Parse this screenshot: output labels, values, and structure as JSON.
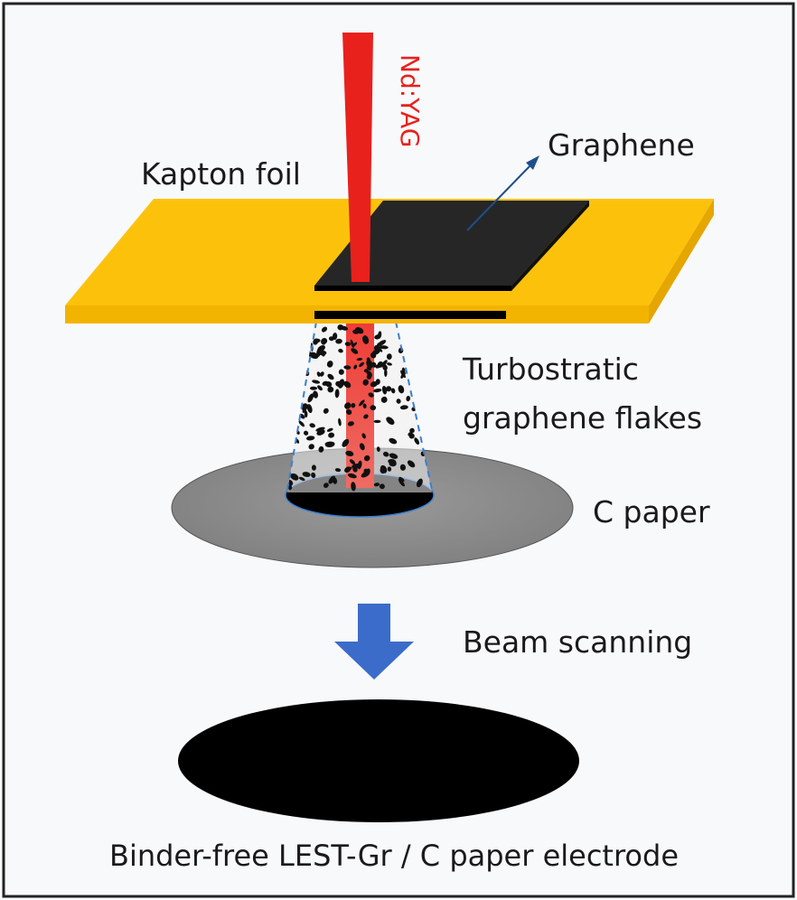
{
  "labels": {
    "laser": "Nd:YAG",
    "graphene": "Graphene",
    "kapton": "Kapton foil",
    "flakes_line1": "Turbostratic",
    "flakes_line2": "graphene flakes",
    "cpaper": "C paper",
    "scanning": "Beam scanning",
    "caption": "Binder-free LEST-Gr / C paper electrode"
  },
  "colors": {
    "background": "#f8f9fb",
    "border": "#222222",
    "kapton_top": "#fcc20b",
    "kapton_side": "#e6a600",
    "laser": "#e8211d",
    "graphene": "#262626",
    "cpaper": "#8a8a8a",
    "flake": "#111111",
    "arrow": "#3b6cc9",
    "cone_dash": "#3c7fd1"
  }
}
